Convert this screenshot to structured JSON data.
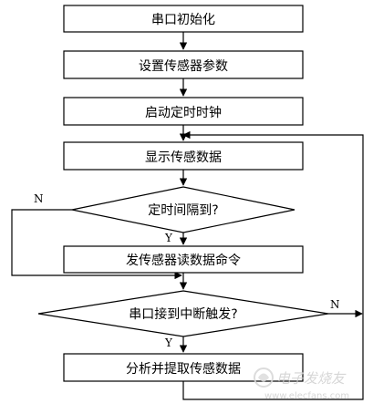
{
  "steps": {
    "s1": "串口初始化",
    "s2": "设置传感器参数",
    "s3": "启动定时时钟",
    "s4": "显示传感数据",
    "s5": "发传感器读数据命令",
    "s6": "分析并提取传感数据"
  },
  "decisions": {
    "d1": "定时间隔到?",
    "d2": "串口接到中断触发?"
  },
  "branches": {
    "d1_no": "N",
    "d1_yes": "Y",
    "d2_no": "N",
    "d2_yes": "Y"
  },
  "watermark": {
    "name": "电子发烧友",
    "url": "www.elecfans.com"
  }
}
